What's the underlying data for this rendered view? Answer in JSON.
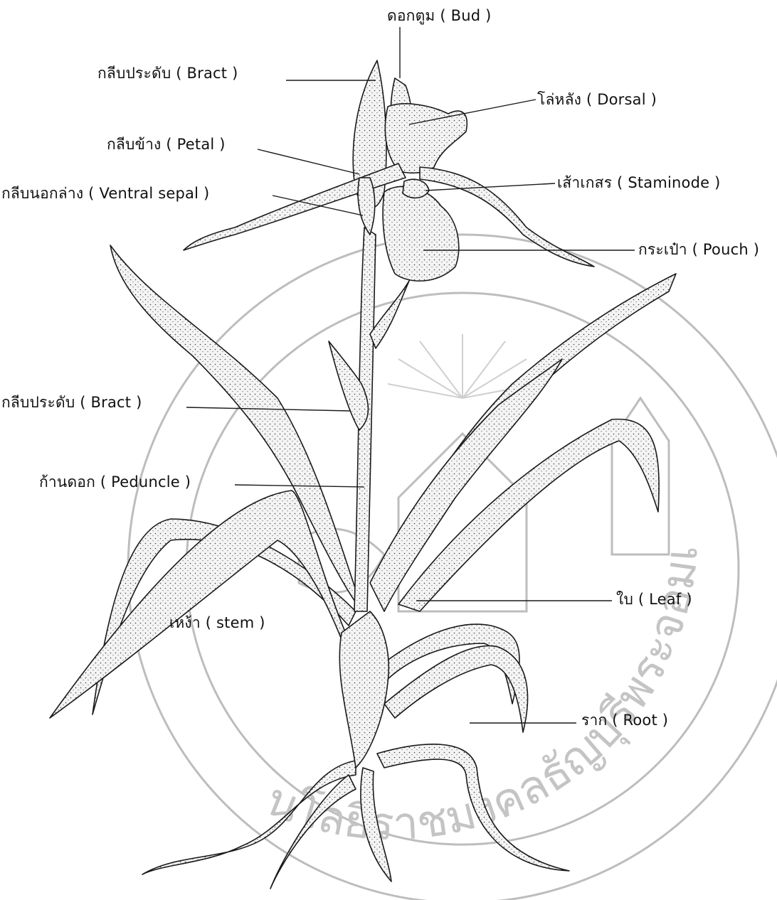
{
  "labels": {
    "bud": "ดอกตูม ( Bud )",
    "bract_top": "กลีบประดับ ( Bract )",
    "dorsal": "โล่หลัง ( Dorsal )",
    "petal": "กลีบข้าง ( Petal )",
    "ventral_sepal": "กลีบนอกล่าง ( Ventral sepal )",
    "staminode": "เส้าเกสร ( Staminode )",
    "pouch": "กระเป๋า ( Pouch )",
    "bract_mid": "กลีบประดับ ( Bract )",
    "peduncle": "ก้านดอก ( Peduncle )",
    "stem": "เหง้า ( stem )",
    "leaf": "ใบ ( Leaf )",
    "root": "ราก  ( Root )"
  },
  "watermark": {
    "text": "นโลยีราชมงคลธัญบุรีพระจอมเกล้าเจ้าคุณทหารลาดกระบัง"
  }
}
